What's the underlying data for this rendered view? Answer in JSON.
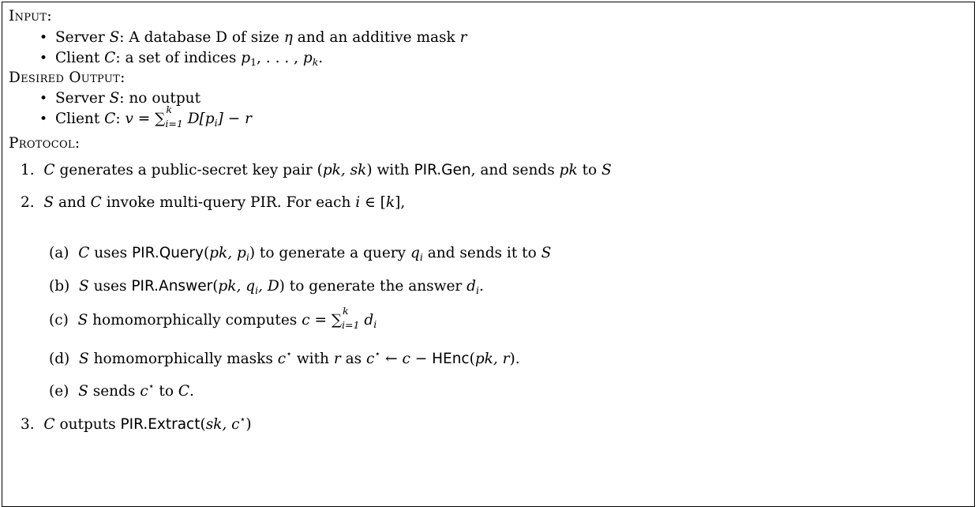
{
  "input_label": "Input:",
  "input_items": [
    {
      "prefix": "Server ",
      "sym": "S",
      "rest_a": ": A database D of size ",
      "eta": "η",
      "rest_b": " and an additive mask ",
      "r": "r"
    },
    {
      "prefix": "Client ",
      "sym": "C",
      "rest_a": ": a set of indices ",
      "p": "p",
      "s1": "1",
      "mid": ", . . . , ",
      "s2": "k",
      "end": "."
    }
  ],
  "output_label": "Desired Output:",
  "output_items": [
    {
      "prefix": "Server ",
      "sym": "S",
      "rest": ": no output"
    },
    {
      "prefix": "Client ",
      "sym": "C",
      "rest": ": ",
      "expr_v": "v",
      "expr_eq": " = ",
      "sum": "∑",
      "sum_top": "k",
      "sum_bot": "i=1",
      "expr_body": " D[p",
      "expr_sub": "i",
      "expr_tail": "] − r"
    }
  ],
  "protocol_label": "Protocol:",
  "steps": [
    {
      "num": "1.",
      "parts": [
        "C",
        " generates a public-secret key pair (",
        "pk, sk",
        ") with ",
        "PIR.Gen",
        ", and sends ",
        "pk",
        " to ",
        "S"
      ]
    },
    {
      "num": "2.",
      "parts": [
        "S",
        " and ",
        "C",
        " invoke multi-query PIR. For each ",
        "i",
        " ∈ [",
        "k",
        "],"
      ]
    },
    {
      "num": "3.",
      "parts": [
        "C",
        " outputs ",
        "PIR.Extract",
        "(",
        "sk, c",
        "⋆",
        ")"
      ]
    }
  ],
  "substeps": [
    {
      "label": "(a)",
      "parts": [
        "C",
        " uses ",
        "PIR.Query",
        "(",
        "pk, p",
        "i",
        ") to generate a query ",
        "q",
        "i",
        " and sends it to ",
        "S"
      ]
    },
    {
      "label": "(b)",
      "parts": [
        "S",
        " uses ",
        "PIR.Answer",
        "(",
        "pk, q",
        "i",
        ", D",
        ") to generate the answer ",
        "d",
        "i",
        "."
      ]
    },
    {
      "label": "(c)",
      "parts": [
        "S",
        " homomorphically computes ",
        "c",
        " = ",
        "∑",
        "k",
        "i=1",
        " d",
        "i"
      ]
    },
    {
      "label": "(d)",
      "parts": [
        "S",
        " homomorphically masks ",
        "c",
        "⋆",
        " with ",
        "r",
        " as ",
        "c",
        "⋆",
        " ← ",
        "c",
        " − ",
        "HEnc",
        "(",
        "pk, r",
        ")."
      ]
    },
    {
      "label": "(e)",
      "parts": [
        "S",
        " sends ",
        "c",
        "⋆",
        " to ",
        "C",
        "."
      ]
    }
  ]
}
